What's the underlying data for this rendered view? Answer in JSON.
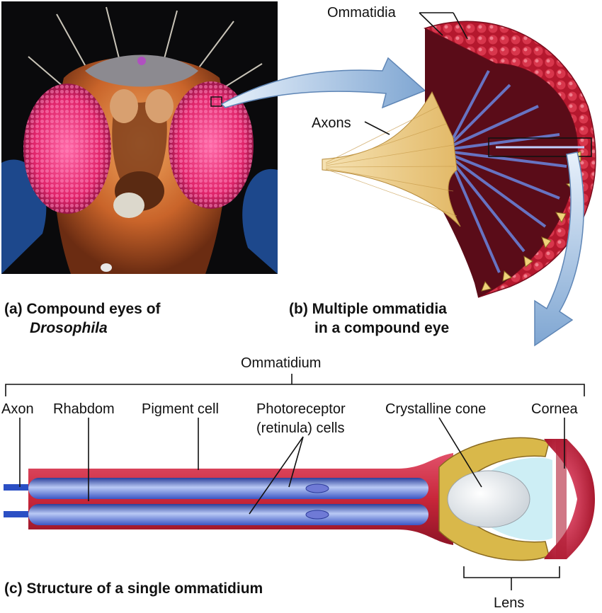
{
  "panel_a": {
    "caption_line1": "(a) Compound eyes of",
    "caption_line2": "Drosophila"
  },
  "panel_b": {
    "caption_line1": "(b) Multiple ommatidia",
    "caption_line2": "in a compound eye",
    "label_ommatidia": "Ommatidia",
    "label_axons": "Axons"
  },
  "panel_c": {
    "caption": "(c) Structure of a single ommatidium",
    "label_ommatidium": "Ommatidium",
    "label_axon": "Axon",
    "label_rhabdom": "Rhabdom",
    "label_pigment_cell": "Pigment cell",
    "label_photoreceptor_line1": "Photoreceptor",
    "label_photoreceptor_line2": "(retinula) cells",
    "label_crystalline_cone": "Crystalline cone",
    "label_cornea": "Cornea",
    "label_lens": "Lens"
  },
  "colors": {
    "tissue_red": "#c8263a",
    "photoreceptor_blue": "#4f6fd8",
    "axon_yellow": "#f2d593",
    "cone_gold": "#d9b84a",
    "arrow_blue": "#8fb4d9"
  }
}
